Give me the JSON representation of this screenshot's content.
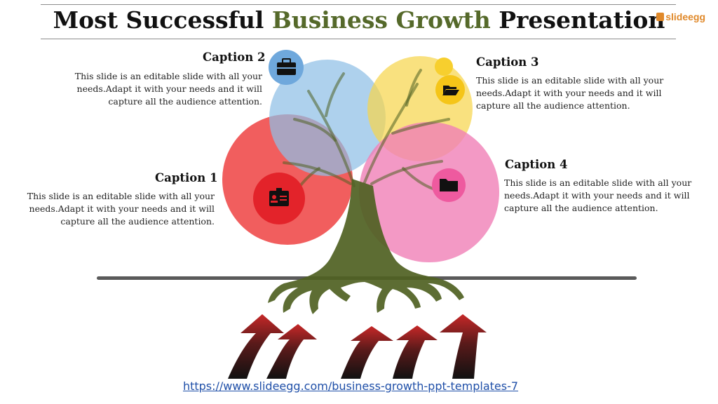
{
  "header": {
    "title_part1": "Most Successful ",
    "title_accent": "Business Growth",
    "title_part2": " Presentation",
    "logo_text": "slideegg"
  },
  "captions": [
    {
      "title": "Caption 1",
      "text": "This slide is an editable slide with all your needs.Adapt it with your needs and it will capture all the audience attention.",
      "icon": "id-card-icon",
      "color": "#ee3b3b"
    },
    {
      "title": "Caption 2",
      "text": "This slide is an editable slide with all your needs.Adapt it with your needs and it will capture all the audience attention.",
      "icon": "briefcase-icon",
      "color": "#8fbfe6"
    },
    {
      "title": "Caption 3",
      "text": "This slide is an editable slide with all your needs.Adapt it with your needs and it will capture all the audience attention.",
      "icon": "open-folder-icon",
      "color": "#f7d54e"
    },
    {
      "title": "Caption 4",
      "text": "This slide is an editable slide with all your needs.Adapt it with your needs and it will capture all the audience attention.",
      "icon": "folder-icon",
      "color": "#f07fb6"
    }
  ],
  "colors": {
    "accent": "#55692a",
    "tree": "#4f6122",
    "arrow_red": "#c62828"
  },
  "footer": {
    "link": "https://www.slideegg.com/business-growth-ppt-templates-7"
  }
}
